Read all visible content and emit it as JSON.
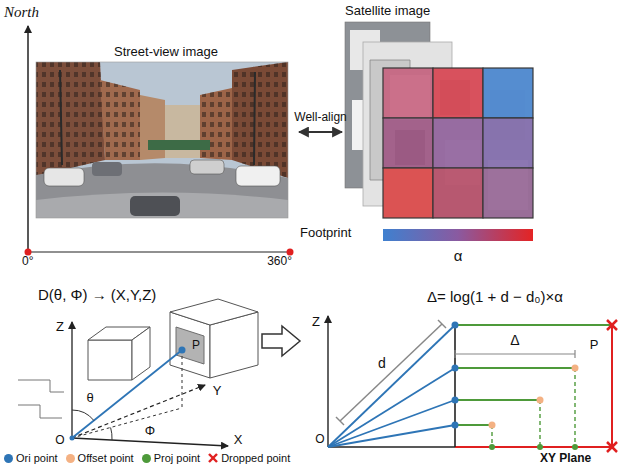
{
  "diagram": {
    "nodes": [
      {
        "text": [
          "Street-view image"
        ]
      },
      {
        "text": [
          "Satellite image"
        ]
      }
    ],
    "edges": [
      {
        "from": 0,
        "to": 1,
        "arrow": "both",
        "label": "Well-align"
      }
    ],
    "labels": [
      "North",
      "0°",
      "360°",
      "Footprint",
      "α",
      "D(θ, Φ) → (X,Y,Z)",
      "Z",
      "X",
      "Y",
      "O",
      "θ",
      "Φ",
      "P",
      "Δ= log(1 + d − d₀)×α",
      "Z",
      "d",
      "Δ",
      "P",
      "O",
      "XY Plane"
    ],
    "legend": [
      {
        "text": "Ori point",
        "color": "#2e75b6"
      },
      {
        "text": "Offset point",
        "color": "#f4b183"
      },
      {
        "text": "Proj point",
        "color": "#4e9a3a"
      },
      {
        "text": "Dropped point"
      }
    ]
  }
}
